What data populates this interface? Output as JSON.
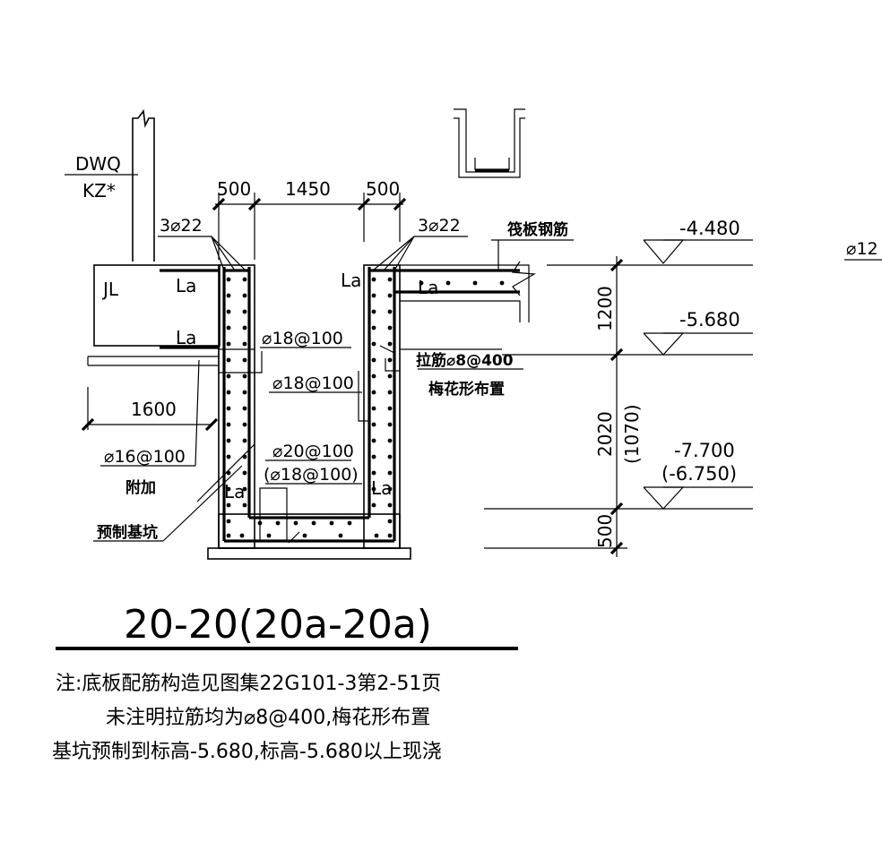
{
  "labels": {
    "dwq": "DWQ",
    "kz": "KZ*",
    "jl": "JL",
    "dim_500_left": "500",
    "dim_1450": "1450",
    "dim_500_right": "500",
    "rebar_top_left": "3⌀22",
    "rebar_top_right": "3⌀22",
    "raft_rebar": "筏板钢筋",
    "la_1": "La",
    "la_2": "La",
    "la_3": "La",
    "la_4": "La",
    "la_5": "La",
    "la_6": "La",
    "rebar_18_100_a": "⌀18@100",
    "rebar_18_100_b": "⌀18@100",
    "tie_bar": "拉筋⌀8@400",
    "tie_layout": "梅花形布置",
    "dim_1600": "1600",
    "rebar_16_100": "⌀16@100",
    "additional": "附加",
    "rebar_20_100": "⌀20@100",
    "rebar_18_100_c": "(⌀18@100)",
    "precast_pit": "预制基坑",
    "elev_1": "-4.480",
    "elev_2": "-5.680",
    "elev_3": "-7.700",
    "elev_3_alt": "(-6.750)",
    "dim_1200": "1200",
    "dim_2020": "2020",
    "dim_1070": "(1070)",
    "dim_500_v": "500",
    "edge_rebar": "⌀12"
  },
  "section_title": "20-20(20a-20a)",
  "notes": [
    "注:底板配筋构造见图集22G101-3第2-51页",
    "未注明拉筋均为⌀8@400,梅花形布置",
    "基坑预制到标高-5.680,标高-5.680以上现浇"
  ]
}
